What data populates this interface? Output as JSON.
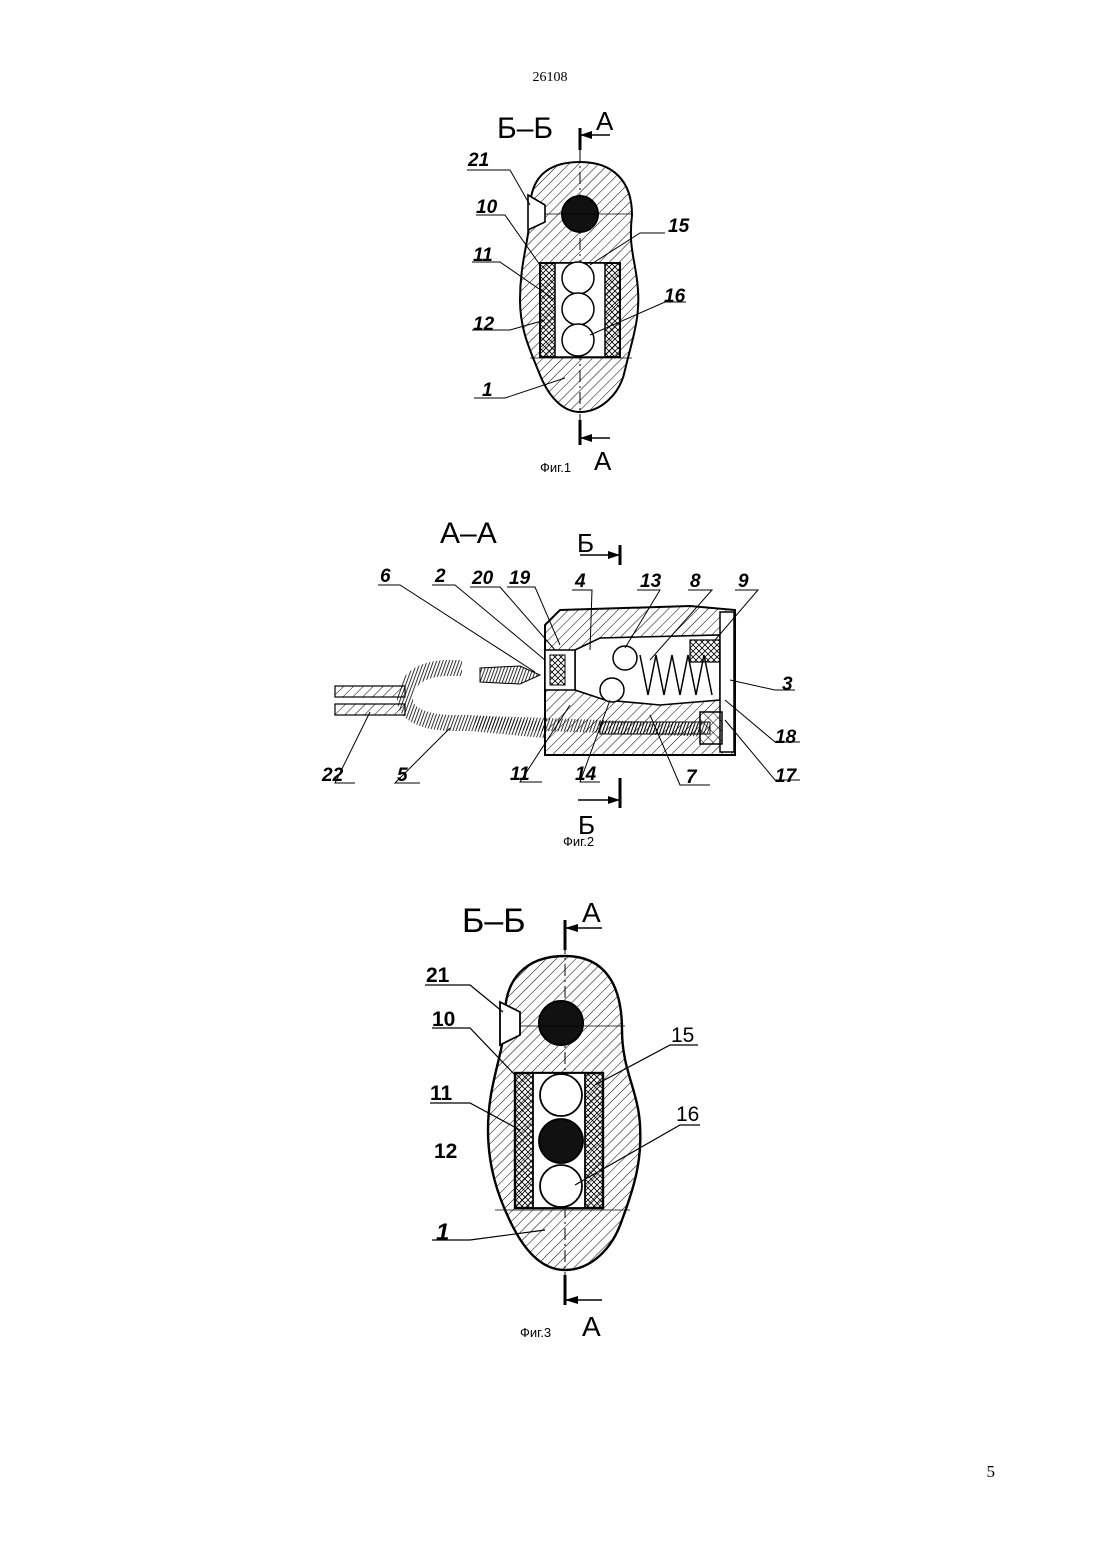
{
  "header": {
    "doc_number": "26108"
  },
  "figures": [
    {
      "caption": "Фиг.1",
      "section_title": "Б–Б",
      "cut_marks": [
        "А",
        "А"
      ],
      "labels": [
        "21",
        "10",
        "15",
        "11",
        "16",
        "12",
        "1"
      ]
    },
    {
      "caption": "Фиг.2",
      "section_title": "А–А",
      "cut_marks": [
        "Б",
        "Б"
      ],
      "labels": [
        "6",
        "2",
        "20",
        "19",
        "4",
        "13",
        "8",
        "9",
        "3",
        "18",
        "17",
        "7",
        "14",
        "11",
        "5",
        "22"
      ]
    },
    {
      "caption": "Фиг.3",
      "section_title": "Б–Б",
      "cut_marks": [
        "А",
        "А"
      ],
      "labels": [
        "21",
        "10",
        "15",
        "11",
        "16",
        "12",
        "1"
      ]
    }
  ],
  "footer": {
    "page_number": "5"
  }
}
